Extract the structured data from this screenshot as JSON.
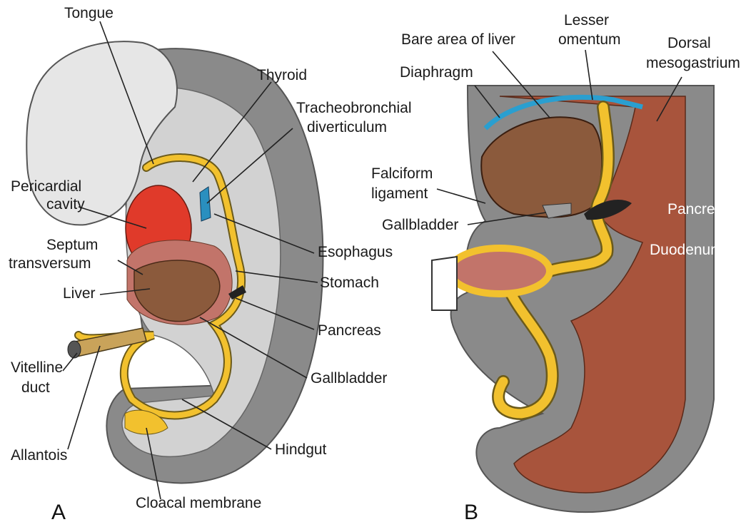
{
  "panel_a": {
    "letter": "A",
    "labels": {
      "tongue": "Tongue",
      "thyroid": "Thyroid",
      "tracheo_1": "Tracheobronchial",
      "tracheo_2": "diverticulum",
      "pericardial_1": "Pericardial",
      "pericardial_2": "cavity",
      "septum_1": "Septum",
      "septum_2": "transversum",
      "liver": "Liver",
      "esophagus": "Esophagus",
      "stomach": "Stomach",
      "pancreas": "Pancreas",
      "gallbladder": "Gallbladder",
      "vitelline_1": "Vitelline",
      "vitelline_2": "duct",
      "allantois": "Allantois",
      "hindgut": "Hindgut",
      "cloacal": "Cloacal membrane"
    }
  },
  "panel_b": {
    "letter": "B",
    "labels": {
      "bare_area": "Bare area of liver",
      "lesser_1": "Lesser",
      "lesser_2": "omentum",
      "dorsal_1": "Dorsal",
      "dorsal_2": "mesogastrium",
      "diaphragm": "Diaphragm",
      "falciform_1": "Falciform",
      "falciform_2": "ligament",
      "gallbladder": "Gallbladder",
      "pancreas": "Pancreas",
      "duodenum": "Duodenum"
    }
  },
  "colors": {
    "embryo_gray": "#bcbcbc",
    "dark_gray": "#7a7a7a",
    "liver_brown": "#8b5a3c",
    "heart_red": "#e03a2a",
    "gut_yellow": "#f2c12e",
    "diaphragm_blue": "#2a9fd0",
    "mesentery_rust": "#a8543c"
  }
}
